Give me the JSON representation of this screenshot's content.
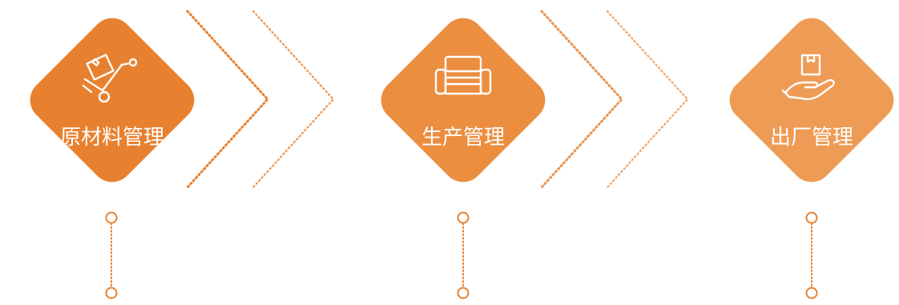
{
  "steps": [
    {
      "label": "原材料管理",
      "icon": "hand-truck-box-icon",
      "color": "#e8812f"
    },
    {
      "label": "生产管理",
      "icon": "sofa-icon",
      "color": "#eb8e40"
    },
    {
      "label": "出厂管理",
      "icon": "hand-holding-box-icon",
      "color": "#ee9b55"
    }
  ],
  "connector_color": "#e8812f",
  "arrow_color": "#e8812f"
}
